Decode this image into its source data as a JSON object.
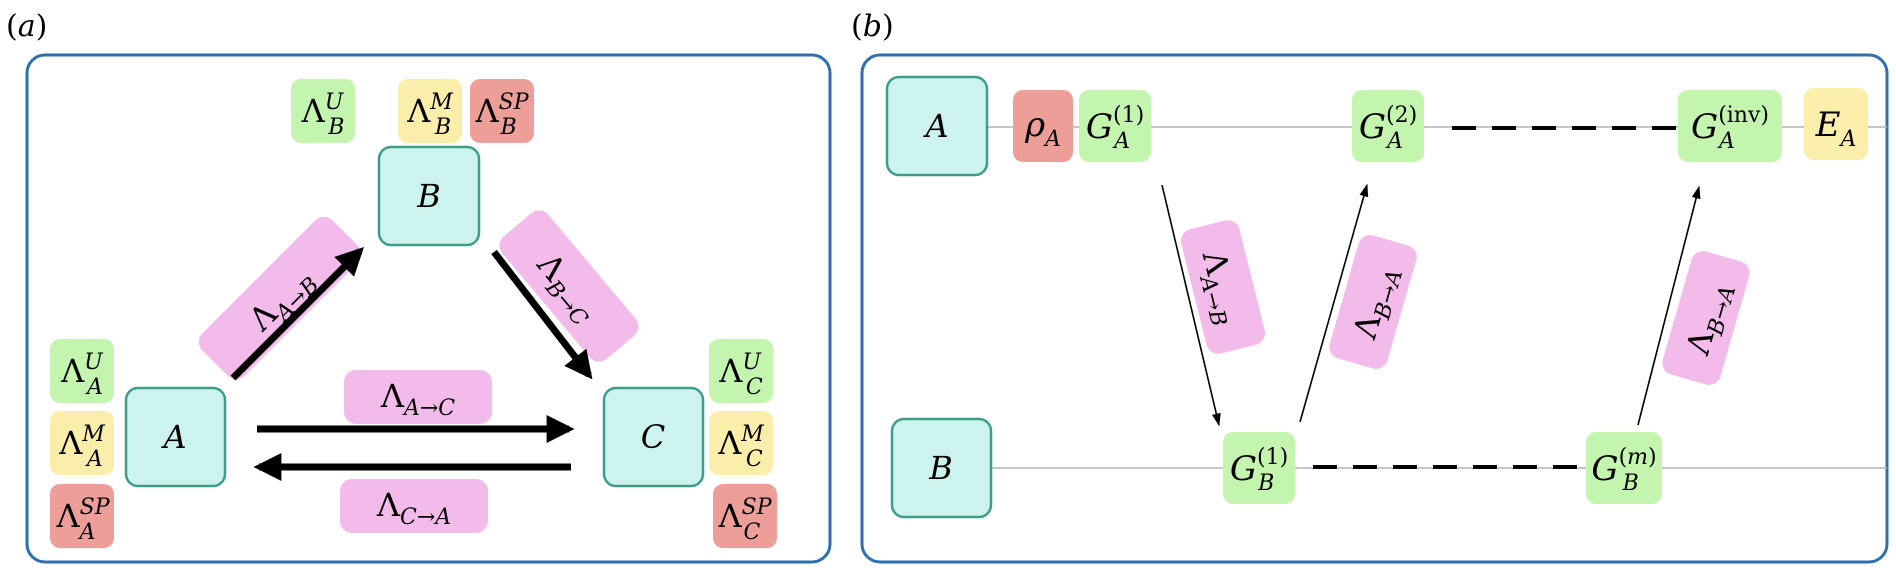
{
  "panel_a": {
    "label": "(a)",
    "nodes": {
      "A": "A",
      "B": "B",
      "C": "C"
    },
    "channels": {
      "ab": {
        "base": "Λ",
        "sub": "A→B"
      },
      "bc": {
        "base": "Λ",
        "sub": "B→C"
      },
      "ac": {
        "base": "Λ",
        "sub": "A→C"
      },
      "ca": {
        "base": "Λ",
        "sub": "C→A"
      }
    },
    "ops": {
      "B_U": {
        "base": "Λ",
        "sup": "U",
        "sub": "B"
      },
      "B_M": {
        "base": "Λ",
        "sup": "M",
        "sub": "B"
      },
      "B_SP": {
        "base": "Λ",
        "sup": "SP",
        "sub": "B"
      },
      "A_U": {
        "base": "Λ",
        "sup": "U",
        "sub": "A"
      },
      "A_M": {
        "base": "Λ",
        "sup": "M",
        "sub": "A"
      },
      "A_SP": {
        "base": "Λ",
        "sup": "SP",
        "sub": "A"
      },
      "C_U": {
        "base": "Λ",
        "sup": "U",
        "sub": "C"
      },
      "C_M": {
        "base": "Λ",
        "sup": "M",
        "sub": "C"
      },
      "C_SP": {
        "base": "Λ",
        "sup": "SP",
        "sub": "C"
      }
    }
  },
  "panel_b": {
    "label": "(b)",
    "nodes": {
      "A": "A",
      "B": "B"
    },
    "rho": {
      "base": "ρ",
      "sub": "A"
    },
    "gates": {
      "GA1": {
        "base": "G",
        "sup": "(1)",
        "sub": "A"
      },
      "GA2": {
        "base": "G",
        "sup": "(2)",
        "sub": "A"
      },
      "GAinv": {
        "base": "G",
        "sup": "(inv)",
        "sub": "A"
      },
      "GB1": {
        "base": "G",
        "sup": "(1)",
        "sub": "B"
      },
      "GBm": {
        "base": "G",
        "sup": "(m)",
        "sub": "B"
      }
    },
    "measure": {
      "base": "E",
      "sub": "A"
    },
    "channels": {
      "ab": {
        "base": "Λ",
        "sub": "A→B"
      },
      "ba1": {
        "base": "Λ",
        "sub": "B→A"
      },
      "ba2": {
        "base": "Λ",
        "sub": "B→A"
      }
    }
  },
  "colors": {
    "frame": "#2e6fb0",
    "node_fill": "#cdf3ee",
    "node_stroke": "#3d9d89",
    "green": "#c4f5ae",
    "yellow": "#fbedaa",
    "red": "#ee9e99",
    "pink": "#f2bbea",
    "wire": "#b3b3b3"
  }
}
